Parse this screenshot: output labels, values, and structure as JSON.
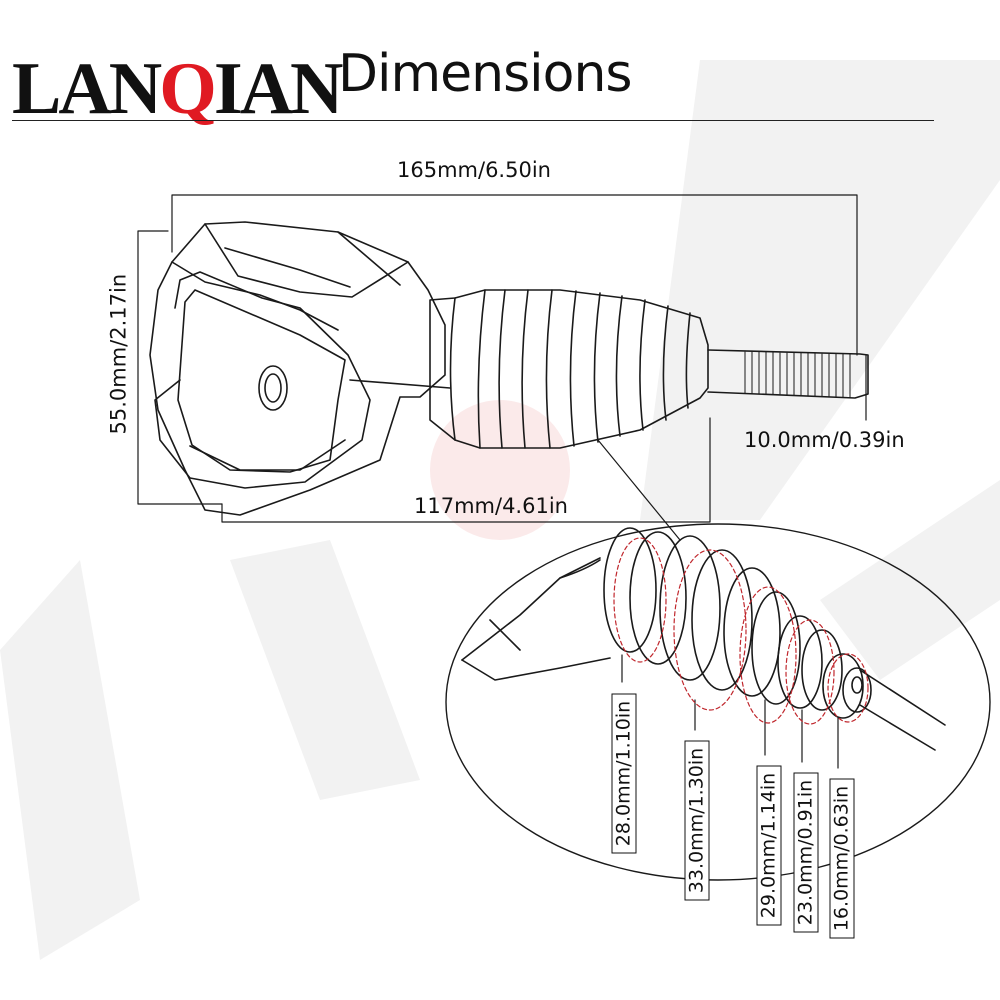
{
  "header": {
    "brand_logo": "LANQIAN",
    "title": "Dimensions"
  },
  "colors": {
    "accent": "#e01a22",
    "line": "#1a1a1a",
    "dashed_ring": "#c0272d"
  },
  "dimensions": {
    "overall_length": "165mm/6.50in",
    "height": "55.0mm/2.17in",
    "body_length": "117mm/4.61in",
    "bolt_diameter": "10.0mm/0.39in"
  },
  "detail_diameters": [
    "28.0mm/1.10in",
    "33.0mm/1.30in",
    "29.0mm/1.14in",
    "23.0mm/0.91in",
    "16.0mm/0.63in"
  ]
}
